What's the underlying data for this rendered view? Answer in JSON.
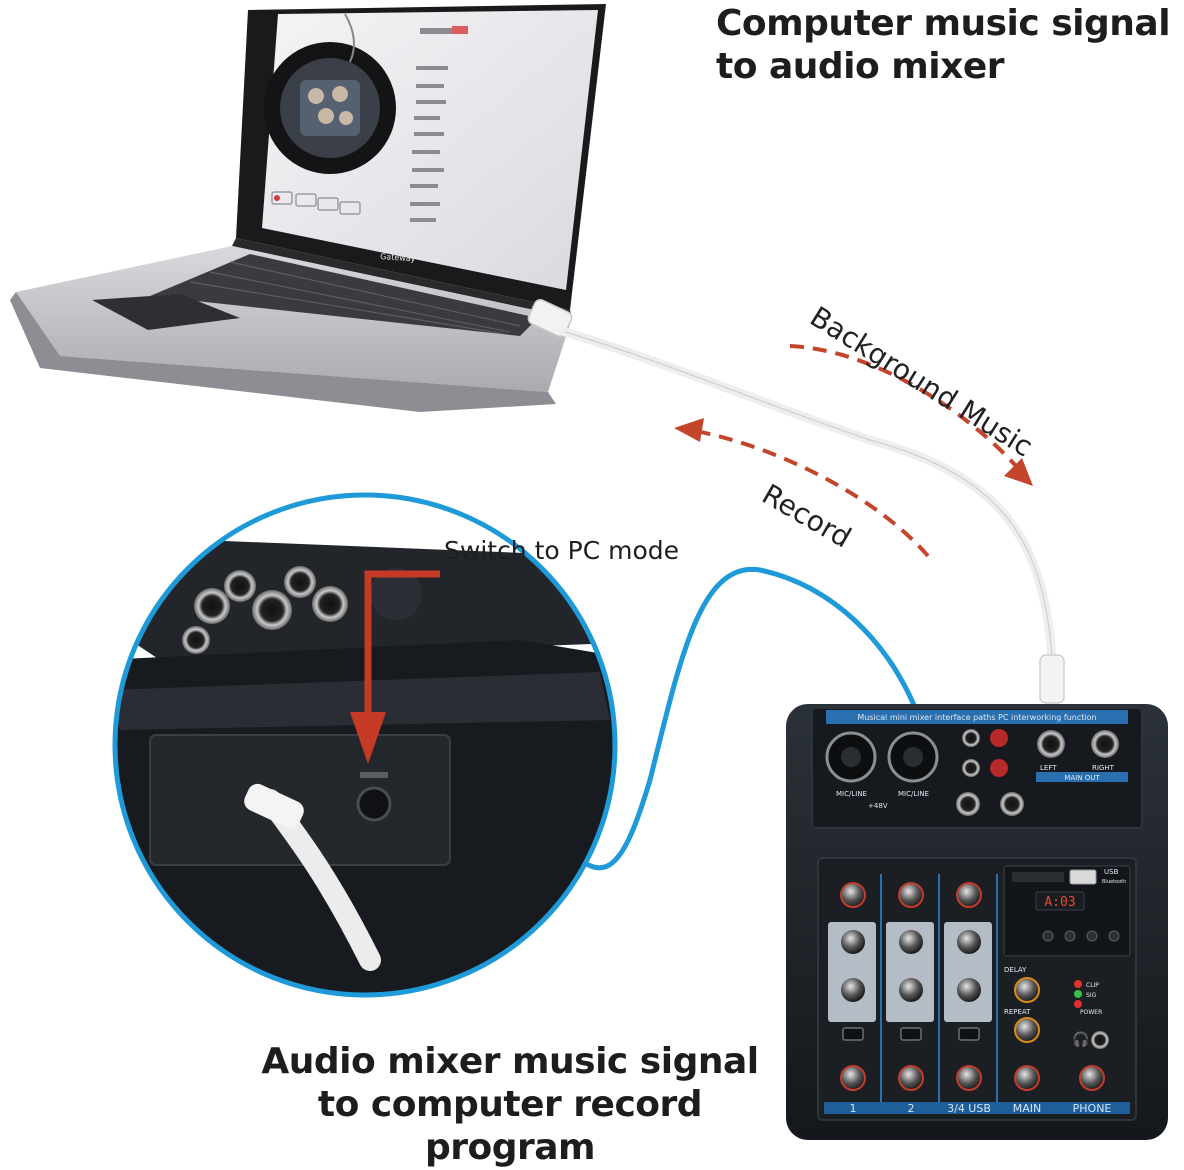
{
  "headlines": {
    "top_line1": "Computer music signal",
    "top_line2": "to audio mixer",
    "bottom_line1": "Audio mixer music signal",
    "bottom_line2": "to computer record program"
  },
  "arrows": {
    "background_music": "Background Music",
    "record": "Record"
  },
  "callout": {
    "switch_label": "Switch to PC mode"
  },
  "laptop": {
    "brand": "Gateway"
  },
  "mixer": {
    "banner": "Musical mini mixer interface paths PC interworking function",
    "usb_label": "USB",
    "bt_label": "Bluetooth",
    "display": "A:03",
    "phantom": "+48V",
    "channel_labels": [
      "1",
      "2",
      "3/4 USB",
      "MAIN",
      "PHONE"
    ],
    "main_out_label": "MAIN OUT",
    "left_label": "LEFT",
    "right_label": "RIGHT",
    "mic_line_1": "MIC/LINE",
    "mic_line_2": "MIC/LINE",
    "delay_label": "DELAY",
    "repeat_label": "REPEAT",
    "clip_label": "CLIP",
    "sig_label": "SIG",
    "power_label": "POWER"
  },
  "colors": {
    "arrow_red": "#c4452b",
    "cable_blue": "#1e9ad8",
    "callout_red": "#c63a25",
    "mixer_panel": "#1c2228",
    "mixer_accent": "#2a6fb0"
  }
}
